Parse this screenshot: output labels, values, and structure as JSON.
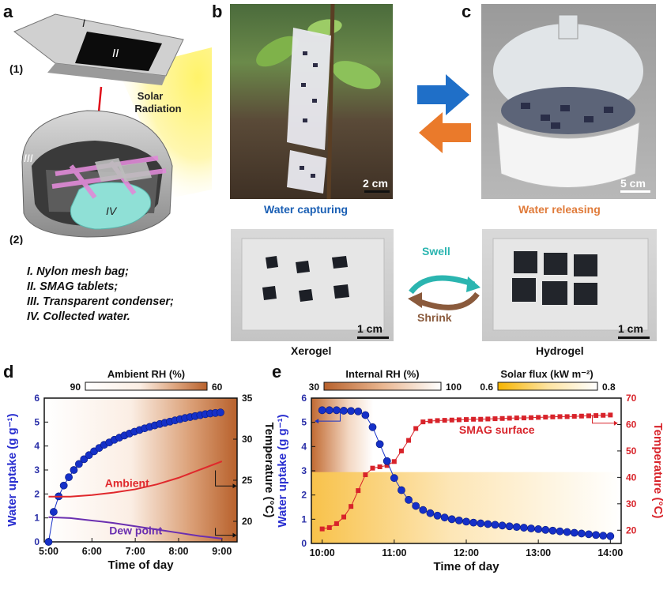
{
  "panels": {
    "a": "a",
    "b": "b",
    "c": "c",
    "d": "d",
    "e": "e"
  },
  "panel_a": {
    "step1": "(1)",
    "step2": "(2)",
    "roman_I": "I",
    "roman_II": "II",
    "roman_III": "III",
    "roman_IV": "IV",
    "solar_line1": "Solar",
    "solar_line2": "Radiation",
    "legend": [
      "I. Nylon mesh bag;",
      "II. SMAG tablets;",
      "III. Transparent condenser;",
      "IV. Collected water."
    ]
  },
  "panel_b": {
    "scale": "2 cm",
    "caption": "Water capturing",
    "caption_color": "#1a5fb4"
  },
  "panel_c": {
    "scale": "5 cm",
    "caption": "Water releasing",
    "caption_color": "#e07b3a"
  },
  "arrows": {
    "right_color": "#1f6fc8",
    "left_color": "#ea7a2b"
  },
  "gel": {
    "xerogel_scale": "1 cm",
    "xerogel_label": "Xerogel",
    "hydrogel_scale": "1 cm",
    "hydrogel_label": "Hydrogel",
    "swell": "Swell",
    "shrink": "Shrink",
    "swell_color": "#2bb5b0",
    "shrink_color": "#8a5a3c"
  },
  "chart_data": [
    {
      "panel": "d",
      "type": "scatter",
      "xlabel": "Time of day",
      "ylabel_left": "Water uptake (g g⁻¹)",
      "ylabel_right": "Temperature (°C)",
      "x_ticks": [
        "5:00",
        "6:00",
        "7:00",
        "8:00",
        "9:00"
      ],
      "xlim": [
        4.9,
        9.35
      ],
      "ylim_left": [
        0,
        6
      ],
      "y_ticks_left": [
        "0",
        "1",
        "2",
        "3",
        "4",
        "5",
        "6"
      ],
      "ylim_right": [
        17.5,
        35
      ],
      "y_ticks_right": [
        "20",
        "25",
        "30",
        "35"
      ],
      "colorbar": {
        "label": "Ambient RH (%)",
        "min_label": "90",
        "max_label": "60"
      },
      "series": [
        {
          "name": "",
          "axis": "left",
          "color": "#1530c8",
          "x": [
            5.0,
            5.117,
            5.233,
            5.35,
            5.467,
            5.583,
            5.7,
            5.817,
            5.933,
            6.05,
            6.167,
            6.283,
            6.4,
            6.517,
            6.633,
            6.75,
            6.867,
            6.983,
            7.1,
            7.217,
            7.333,
            7.45,
            7.567,
            7.683,
            7.8,
            7.917,
            8.033,
            8.15,
            8.267,
            8.383,
            8.5,
            8.617,
            8.733,
            8.85,
            8.967
          ],
          "y": [
            0.0,
            1.25,
            1.9,
            2.35,
            2.7,
            3.0,
            3.25,
            3.45,
            3.62,
            3.78,
            3.92,
            4.05,
            4.15,
            4.26,
            4.35,
            4.44,
            4.52,
            4.6,
            4.67,
            4.74,
            4.8,
            4.86,
            4.92,
            4.97,
            5.02,
            5.07,
            5.12,
            5.17,
            5.21,
            5.25,
            5.29,
            5.33,
            5.36,
            5.38,
            5.4
          ]
        },
        {
          "name": "Ambient",
          "axis": "right",
          "color": "#e0282c",
          "x": [
            5.0,
            5.5,
            6.0,
            6.5,
            7.0,
            7.5,
            8.0,
            8.5,
            9.0
          ],
          "y": [
            23.0,
            23.0,
            23.2,
            23.5,
            23.9,
            24.5,
            25.3,
            26.3,
            27.3
          ]
        },
        {
          "name": "Dew point",
          "axis": "right",
          "color": "#6a2fb0",
          "x": [
            5.0,
            5.5,
            6.0,
            6.5,
            7.0,
            7.5,
            8.0,
            8.5,
            9.0
          ],
          "y": [
            20.5,
            20.4,
            20.1,
            19.8,
            19.4,
            19.0,
            18.6,
            18.2,
            17.9
          ]
        }
      ]
    },
    {
      "panel": "e",
      "type": "scatter",
      "xlabel": "Time of day",
      "ylabel_left": "Water uptake (g g⁻¹)",
      "ylabel_right": "Temperature (°C)",
      "x_ticks": [
        "10:00",
        "11:00",
        "12:00",
        "13:00",
        "14:00"
      ],
      "xlim": [
        9.85,
        14.15
      ],
      "ylim_left": [
        0,
        6
      ],
      "y_ticks_left": [
        "0",
        "1",
        "2",
        "3",
        "4",
        "5",
        "6"
      ],
      "ylim_right": [
        15,
        70
      ],
      "y_ticks_right": [
        "20",
        "30",
        "40",
        "50",
        "60",
        "70"
      ],
      "colorbars": [
        {
          "label": "Internal RH (%)",
          "min_label": "30",
          "max_label": "100"
        },
        {
          "label": "Solar flux (kW m⁻²)",
          "min_label": "0.6",
          "max_label": "0.8"
        }
      ],
      "series": [
        {
          "name": "",
          "axis": "left",
          "color": "#1530c8",
          "x": [
            10.0,
            10.1,
            10.2,
            10.3,
            10.4,
            10.5,
            10.6,
            10.7,
            10.8,
            10.9,
            11.0,
            11.1,
            11.2,
            11.3,
            11.4,
            11.5,
            11.6,
            11.7,
            11.8,
            11.9,
            12.0,
            12.1,
            12.2,
            12.3,
            12.4,
            12.5,
            12.6,
            12.7,
            12.8,
            12.9,
            13.0,
            13.1,
            13.2,
            13.3,
            13.4,
            13.5,
            13.6,
            13.7,
            13.8,
            13.9,
            14.0
          ],
          "y": [
            5.5,
            5.5,
            5.5,
            5.48,
            5.47,
            5.45,
            5.3,
            4.8,
            4.1,
            3.4,
            2.7,
            2.2,
            1.8,
            1.55,
            1.38,
            1.25,
            1.15,
            1.07,
            1.0,
            0.95,
            0.9,
            0.86,
            0.83,
            0.8,
            0.77,
            0.74,
            0.71,
            0.68,
            0.65,
            0.62,
            0.59,
            0.56,
            0.53,
            0.5,
            0.47,
            0.44,
            0.41,
            0.38,
            0.35,
            0.32,
            0.3
          ]
        },
        {
          "name": "SMAG surface",
          "axis": "right",
          "color": "#d8232a",
          "x": [
            10.0,
            10.1,
            10.2,
            10.3,
            10.4,
            10.5,
            10.6,
            10.7,
            10.8,
            10.9,
            11.0,
            11.1,
            11.2,
            11.3,
            11.4,
            11.5,
            11.6,
            11.7,
            11.8,
            11.9,
            12.0,
            12.1,
            12.2,
            12.3,
            12.4,
            12.5,
            12.6,
            12.7,
            12.8,
            12.9,
            13.0,
            13.1,
            13.2,
            13.3,
            13.4,
            13.5,
            13.6,
            13.7,
            13.8,
            13.9,
            14.0
          ],
          "y": [
            20.5,
            21.0,
            22.5,
            25.0,
            29.0,
            35.0,
            41.0,
            43.5,
            44.0,
            44.5,
            46.0,
            50.0,
            54.0,
            58.5,
            61.0,
            61.3,
            61.5,
            61.6,
            61.7,
            61.8,
            61.9,
            62.0,
            62.0,
            62.1,
            62.2,
            62.3,
            62.4,
            62.5,
            62.5,
            62.6,
            62.7,
            62.8,
            62.9,
            63.0,
            63.0,
            63.1,
            63.2,
            63.3,
            63.4,
            63.5,
            63.6
          ]
        }
      ]
    }
  ]
}
